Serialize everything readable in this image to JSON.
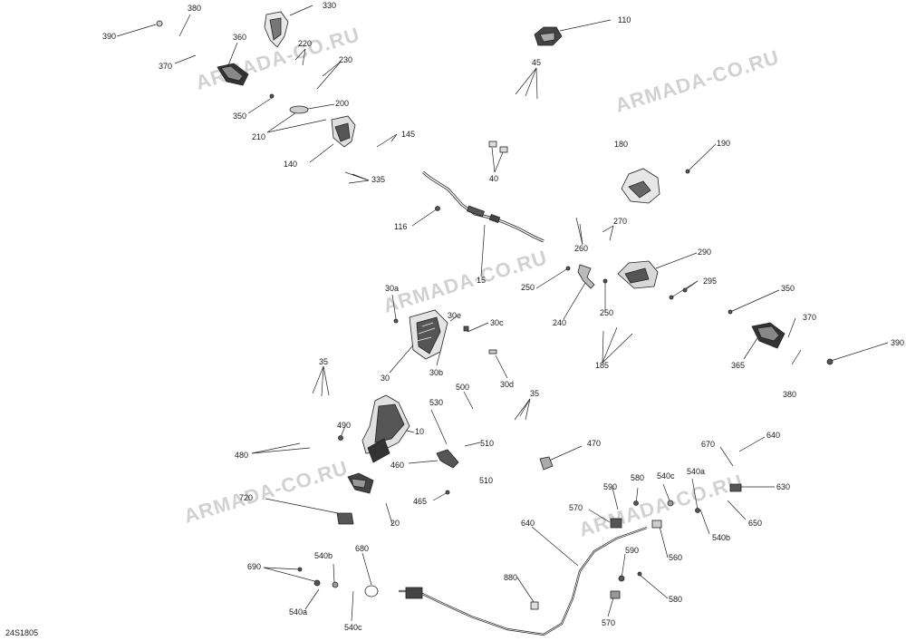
{
  "diagram_code": "24S1805",
  "watermark": "ARMADA-CO.RU",
  "callouts": {
    "c380a": "380",
    "c330": "330",
    "c110": "110",
    "c390a": "390",
    "c360": "360",
    "c220": "220",
    "c230": "230",
    "c370a": "370",
    "c45": "45",
    "c200": "200",
    "c350a": "350",
    "c210": "210",
    "c145": "145",
    "c140": "140",
    "c180": "180",
    "c190": "190",
    "c40": "40",
    "c335": "335",
    "c116": "116",
    "c270": "270",
    "c260": "260",
    "c290": "290",
    "c250a": "250",
    "c250b": "250",
    "c15": "15",
    "c295": "295",
    "c350b": "350",
    "c30a": "30a",
    "c30e": "30e",
    "c30c": "30c",
    "c240": "240",
    "c370b": "370",
    "c390b": "390",
    "c185": "185",
    "c365": "365",
    "c30": "30",
    "c30b": "30b",
    "c30d": "30d",
    "c35a": "35",
    "c500": "500",
    "c35b": "35",
    "c380b": "380",
    "c530": "530",
    "c10": "10",
    "c490": "490",
    "c510a": "510",
    "c470": "470",
    "c670": "670",
    "c640a": "640",
    "c480": "480",
    "c460": "460",
    "c510b": "510",
    "c590a": "590",
    "c580a": "580",
    "c540c_r": "540c",
    "c540a_r": "540a",
    "c630": "630",
    "c465": "465",
    "c720": "720",
    "c570a": "570",
    "c650": "650",
    "c20": "20",
    "c640b": "640",
    "c540b_r": "540b",
    "c560": "560",
    "c680": "680",
    "c590b": "590",
    "c690": "690",
    "c540b_l": "540b",
    "c880": "880",
    "c580b": "580",
    "c540a_l": "540a",
    "c540c_l": "540c",
    "c570b": "570"
  }
}
